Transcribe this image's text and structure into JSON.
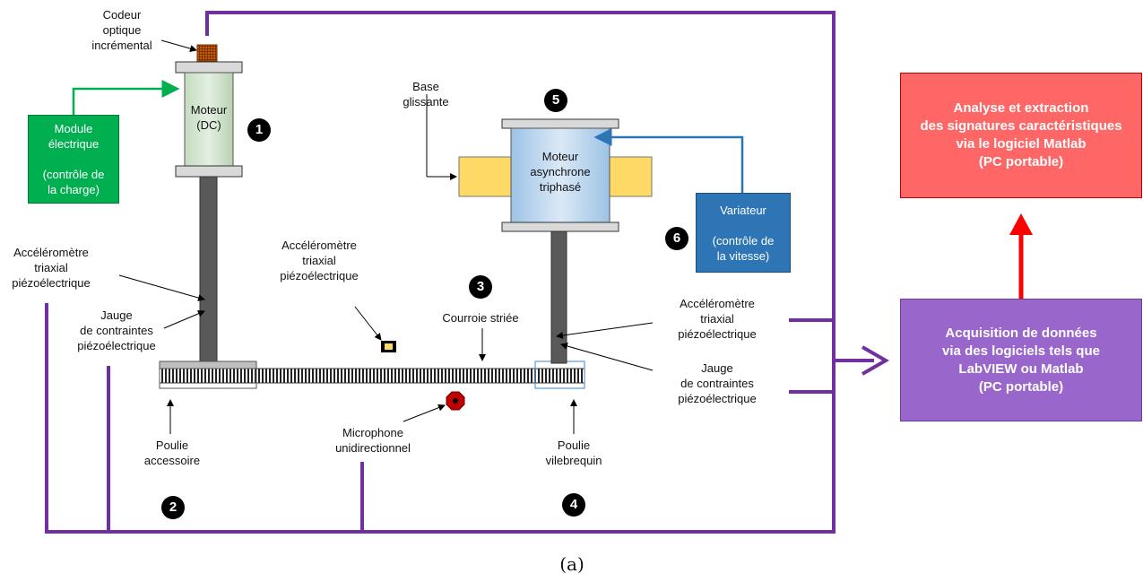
{
  "labels": {
    "codeur": "Codeur\noptique\nincrémental",
    "moteur_dc": "Moteur\n(DC)",
    "module_electrique": "Module\nélectrique\n\n(contrôle de\nla charge)",
    "accel_left": "Accéléromètre\ntriaxial\npiézoélectrique",
    "jauge_left": "Jauge\nde contraintes\npiézoélectrique",
    "accel_middle": "Accéléromètre\ntriaxial\npiézoélectrique",
    "courroie": "Courroie striée",
    "base_glissante": "Base\nglissante",
    "moteur_async": "Moteur\nasynchrone\ntriphasé",
    "variateur": "Variateur\n\n(contrôle de\nla vitesse)",
    "accel_right": "Accéléromètre\ntriaxial\npiézoélectrique",
    "jauge_right": "Jauge\nde contraintes\npiézoélectrique",
    "poulie_accessoire": "Poulie\naccessoire",
    "microphone": "Microphone\nunidirectionnel",
    "poulie_vilebrequin": "Poulie\nvilebrequin",
    "analyse": "Analyse et extraction\ndes signatures caractéristiques\nvia le logiciel Matlab\n(PC portable)",
    "acquisition": "Acquisition de données\nvia des logiciels tels que\nLabVIEW  ou Matlab\n(PC portable)",
    "caption": "(a)"
  },
  "markers": [
    "1",
    "2",
    "3",
    "4",
    "5",
    "6"
  ],
  "colors": {
    "cable": "#7030a0",
    "green": "#00b050",
    "blue_arrow": "#2e75b6",
    "red_arrow": "#ff0000",
    "analyse_fill": "#ff6666",
    "acquisition_fill": "#9966cc",
    "variateur_fill": "#2e75b6",
    "module_fill": "#00b050",
    "shaft": "#595959",
    "base_fill": "#ffd966"
  }
}
